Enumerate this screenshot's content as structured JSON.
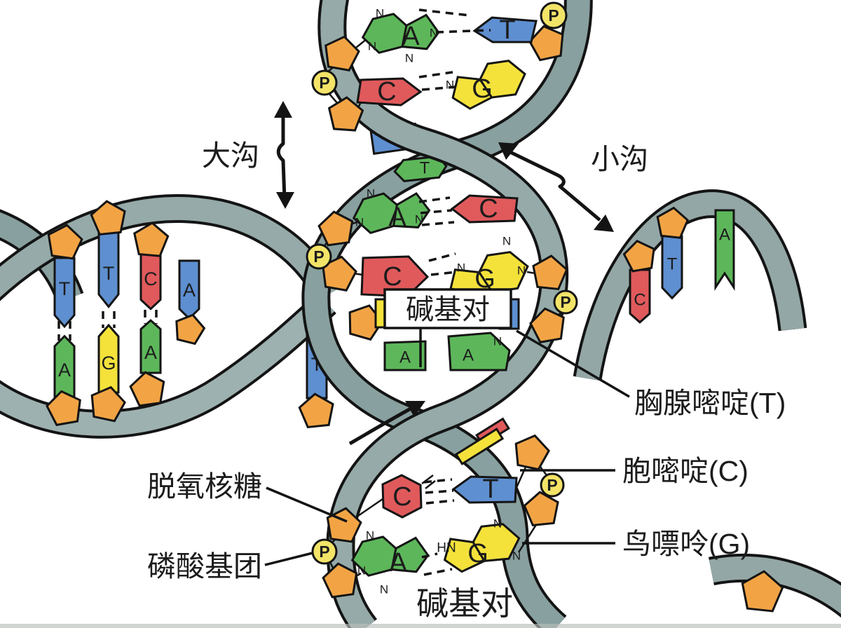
{
  "figure": {
    "subject": "DNA double helix structure diagram",
    "language": "Chinese"
  },
  "labels": {
    "major_groove": "大沟",
    "minor_groove": "小沟",
    "base_pair_boxed": "碱基对",
    "base_pair_bottom": "碱基对",
    "thymine_callout": "胸腺嘧啶(T)",
    "cytosine_callout": "胞嘧啶(C)",
    "guanine_callout": "鸟嘌呤(G)",
    "deoxyribose_callout": "脱氧核糖",
    "phosphate_callout": "磷酸基团"
  },
  "glyphs": {
    "phosphate": "P",
    "adenine": "A",
    "thymine": "T",
    "cytosine": "C",
    "guanine": "G",
    "amine": "HN",
    "nitrogen": "N"
  },
  "base_pairs": {
    "top_section": [
      [
        "A",
        "T"
      ],
      [
        "C",
        "G"
      ]
    ],
    "middle_section": [
      [
        "A",
        "C"
      ],
      [
        "C",
        "G"
      ]
    ],
    "bottom_section": [
      [
        "C",
        "T"
      ],
      [
        "A",
        "G"
      ]
    ],
    "left_arm_rungs": [
      [
        "T",
        "A"
      ],
      [
        "T",
        "G"
      ],
      [
        "C",
        "A"
      ],
      [
        "A",
        ""
      ],
      [
        "T",
        ""
      ]
    ],
    "right_arm_overhang": [
      "C",
      "T",
      "A"
    ],
    "crossing_partials": [
      "T",
      "T"
    ]
  },
  "colors": {
    "adenine_green": "#5db75a",
    "thymine_blue": "#5e8fd0",
    "cytosine_red": "#e05a5c",
    "guanine_yellow": "#f4e23b",
    "sugar_orange": "#f2a445",
    "phosphate_yellow": "#f3e468",
    "backbone_gray": "#95aaa9",
    "outline": "#141414",
    "background": "#ffffff"
  }
}
